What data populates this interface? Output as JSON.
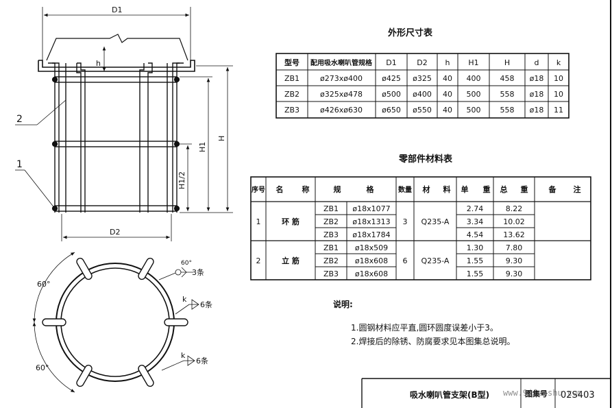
{
  "drawing_labels": {
    "d1": "D1",
    "d2": "D2",
    "h_small": "h",
    "h1": "H1",
    "h1_half": "H1/2",
    "h": "H",
    "callout_1": "1",
    "callout_2": "2",
    "angle_60_top": "60°",
    "angle_60_bottom": "60°",
    "weld_angle": "60°",
    "weld_top_count": "3条",
    "weld_k_mid": "k",
    "weld_mid_count": "6条",
    "weld_k_low": "k",
    "weld_low_count": "6条"
  },
  "dimension_table": {
    "title": "外形尺寸表",
    "headers": [
      "型号",
      "配用吸水喇叭管规格",
      "D1",
      "D2",
      "h",
      "H1",
      "H",
      "d",
      "k"
    ],
    "rows": [
      [
        "ZB1",
        "ø273xø400",
        "ø425",
        "ø325",
        "40",
        "400",
        "458",
        "ø18",
        "10"
      ],
      [
        "ZB2",
        "ø325xø478",
        "ø500",
        "ø400",
        "40",
        "500",
        "558",
        "ø18",
        "10"
      ],
      [
        "ZB3",
        "ø426xø630",
        "ø650",
        "ø550",
        "40",
        "500",
        "558",
        "ø18",
        "11"
      ]
    ]
  },
  "parts_table": {
    "title": "零部件材料表",
    "headers": {
      "no": "序号",
      "name_1": "名",
      "name_2": "称",
      "spec_1": "规",
      "spec_2": "格",
      "qty": "数量",
      "mat_1": "材",
      "mat_2": "料",
      "unit_1": "单",
      "unit_2": "重",
      "total_1": "总",
      "total_2": "重",
      "remark_1": "备",
      "remark_2": "注"
    },
    "groups": [
      {
        "no": "1",
        "name": "环 筋",
        "qty": "3",
        "material": "Q235-A",
        "rows": [
          {
            "model": "ZB1",
            "spec": "ø18x1077",
            "unit": "2.74",
            "total": "8.22"
          },
          {
            "model": "ZB2",
            "spec": "ø18x1313",
            "unit": "3.34",
            "total": "10.02"
          },
          {
            "model": "ZB3",
            "spec": "ø18x1784",
            "unit": "4.54",
            "total": "13.62"
          }
        ]
      },
      {
        "no": "2",
        "name": "立 筋",
        "qty": "6",
        "material": "Q235-A",
        "rows": [
          {
            "model": "ZB1",
            "spec": "ø18x509",
            "unit": "1.30",
            "total": "7.80"
          },
          {
            "model": "ZB2",
            "spec": "ø18x608",
            "unit": "1.55",
            "total": "9.30"
          },
          {
            "model": "ZB3",
            "spec": "ø18x608",
            "unit": "1.55",
            "total": "9.30"
          }
        ]
      }
    ]
  },
  "notes": {
    "title": "说明:",
    "items": [
      "1.圆钢材料应平直,圆环圆度误差小于3。",
      "2.焊接后的除锈、防腐要求见本图集总说明。"
    ]
  },
  "title_block": {
    "drawing_name": "吸水喇叭管支架(B型)",
    "atlas_label": "图集号",
    "atlas_number": "02S403",
    "watermark": "www.9jianshu.com"
  }
}
